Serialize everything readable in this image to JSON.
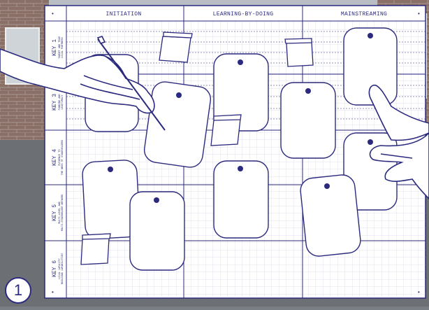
{
  "board": {
    "columns": [
      "INITIATION",
      "LEARNING-BY-DOING",
      "MAINSTREAMING"
    ],
    "rows": [
      {
        "label": "KEY 1",
        "sub1": "TARGET AND TEAM",
        "sub2": "LOCAL PARTNERS"
      },
      {
        "label": "KEY 3",
        "sub1": "FUNDING AND",
        "sub2": "LEGITIMACY"
      },
      {
        "label": "KEY 4",
        "sub1": "EVIDENCE TO",
        "sub2": "THE NEED OF STAKEHOLDERS"
      },
      {
        "label": "KEY 5",
        "sub1": "MULTI-LEVEL AND",
        "sub2": "MULTI-STAKEHOLDER NETWORK"
      },
      {
        "label": "KEY 6",
        "sub1": "LOCAL CAPACITY",
        "sub2": "BUILDING CAPABILITIES"
      }
    ],
    "corner_marks": [
      "•",
      "•",
      "•",
      "•"
    ]
  },
  "step_number": "1",
  "colors": {
    "ink": "#2b2a7e",
    "paper": "#ffffff",
    "grid": "#b9b9d6",
    "background": "#7a7f86"
  },
  "icons": [
    "pin-tag-icon",
    "sticky-note-icon",
    "hand-with-pen-icon",
    "pointing-hand-icon"
  ]
}
